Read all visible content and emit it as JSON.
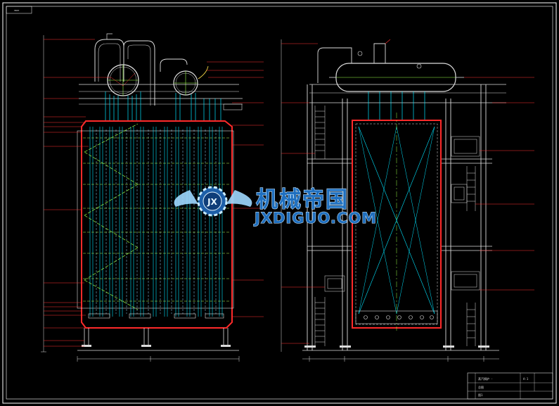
{
  "drawing": {
    "top_left_tag": "TEXT",
    "colors": {
      "background": "#000000",
      "frame": "#ffffff",
      "casing": "#ff2a2a",
      "tubes": "#00e5ff",
      "centerline": "#9bff4a",
      "leader": "#ff3030",
      "steel": "#dcdcdc"
    }
  },
  "watermark": {
    "cn": "机械帝国",
    "en": "JXDIGUO.COM",
    "badge": "JX"
  },
  "title_block": {
    "line1": "蒸汽锅炉 -",
    "line2": "总图",
    "line3": "A-1",
    "line4": "图1"
  }
}
